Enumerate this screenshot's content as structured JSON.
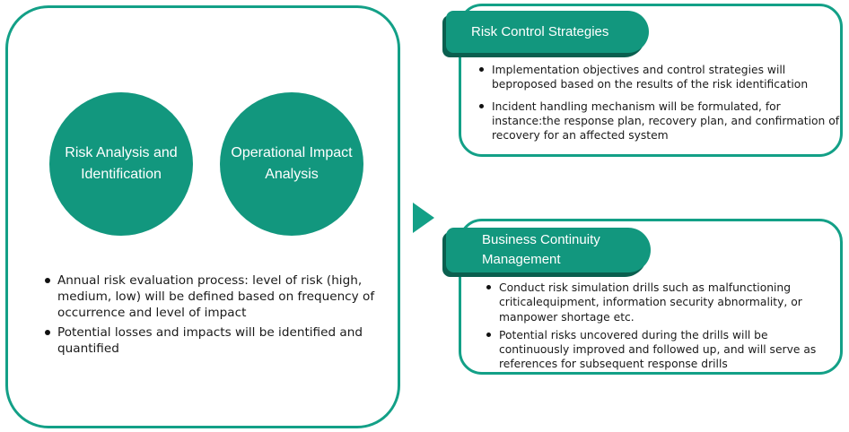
{
  "left": {
    "circles": [
      "Risk Analysis and Identification",
      "Operational Impact Analysis"
    ],
    "bullets": [
      "Annual risk evaluation process: level of risk (high, medium, low) will be defined based on frequency of occurrence and level of impact",
      "Potential losses and impacts will be identified and quantified"
    ]
  },
  "top": {
    "title": "Risk Control Strategies",
    "bullets": [
      "Implementation objectives and control strategies will beproposed based on the results of the risk identification",
      "Incident handling mechanism will be formulated, for instance:the response plan, recovery plan, and confirmation of recovery for an affected system"
    ]
  },
  "bottom": {
    "title": "Business Continuity Management",
    "bullets": [
      "Conduct risk simulation drills such as malfunctioning criticalequipment, information security abnormality, or manpower shortage etc.",
      "Potential risks uncovered during the drills will be continuously improved and followed up, and will serve as references for subsequent response drills"
    ]
  },
  "colors": {
    "accent": "#13a087",
    "accent_dark": "#0a5f4f"
  },
  "icons": {
    "connector": "arrow-right-icon"
  }
}
